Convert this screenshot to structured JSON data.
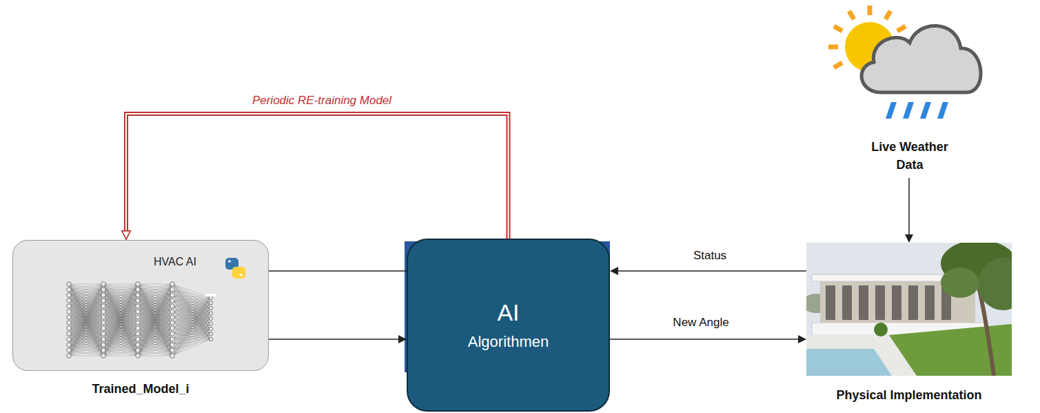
{
  "diagram": {
    "nodes": [
      {
        "text": [
          "HVAC AI",
          "Trained_Model_i"
        ]
      },
      {
        "text": [
          "AI",
          "Algorithmen"
        ]
      },
      {
        "text": [
          "Physical Implementation"
        ]
      },
      {
        "text": [
          "Live Weather Data"
        ]
      }
    ],
    "edges": [
      {
        "from": 0,
        "to": 1,
        "arrow": "none"
      },
      {
        "from": 0,
        "to": 1,
        "arrow": "to"
      },
      {
        "from": 1,
        "to": 0,
        "label": "Periodic RE-training Model",
        "arrow": "to"
      },
      {
        "from": 2,
        "to": 1,
        "label": "Status",
        "arrow": "to"
      },
      {
        "from": 1,
        "to": 2,
        "label": "New Angle",
        "arrow": "to"
      },
      {
        "from": 3,
        "to": 2,
        "arrow": "to"
      }
    ]
  }
}
